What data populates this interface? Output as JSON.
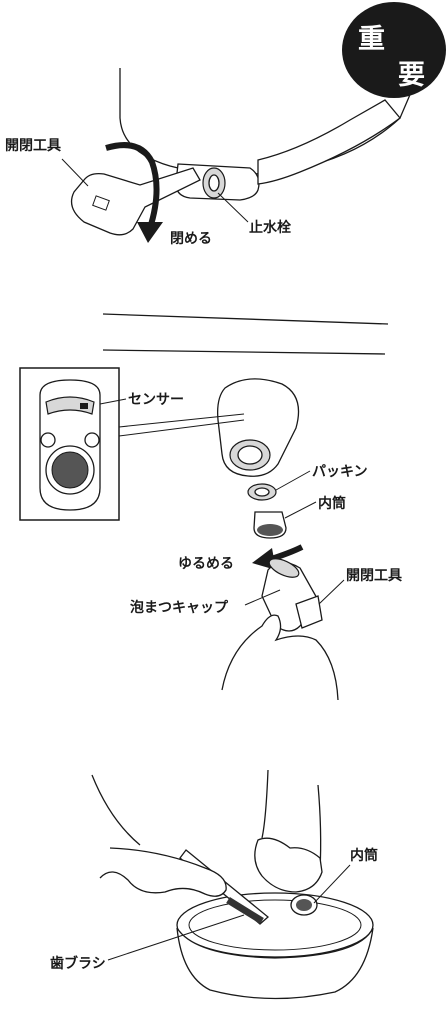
{
  "badge": {
    "line1": "重",
    "line2": "要",
    "color": "#1a1a1a"
  },
  "panel1": {
    "tool_label": "開閉工具",
    "action_label": "閉める",
    "valve_label": "止水栓"
  },
  "panel2": {
    "sensor_label": "センサー",
    "packing_label": "パッキン",
    "inner_tube_label": "内筒",
    "loosen_label": "ゆるめる",
    "cap_label": "泡まつキャップ",
    "tool_label": "開閉工具"
  },
  "panel3": {
    "inner_tube_label": "内筒",
    "toothbrush_label": "歯ブラシ"
  },
  "icons": [
    "rotate-arrow-icon",
    "curved-arrow-icon"
  ]
}
